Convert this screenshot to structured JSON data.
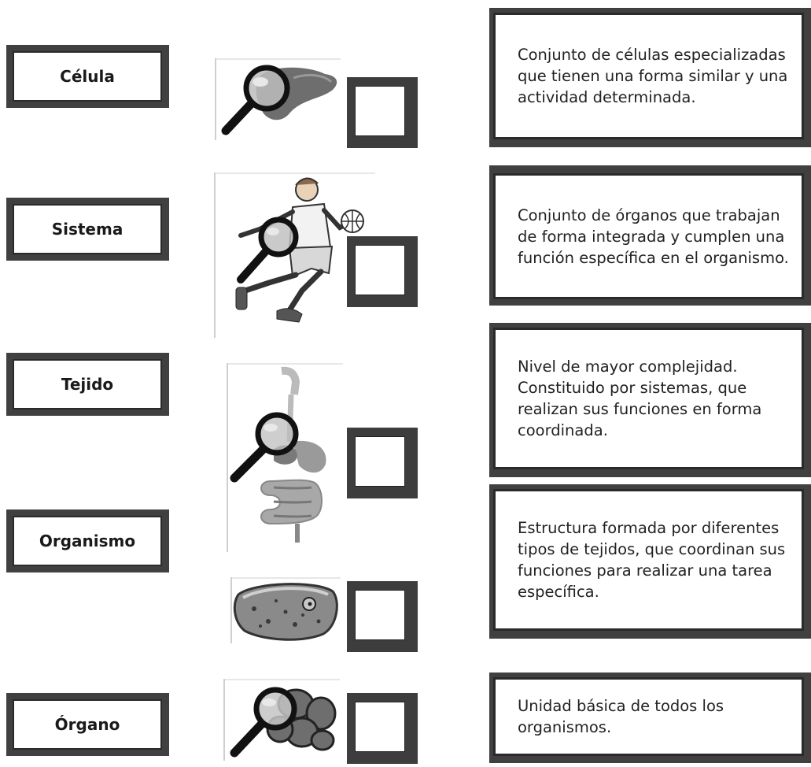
{
  "terms": [
    {
      "label": "Célula"
    },
    {
      "label": "Sistema"
    },
    {
      "label": "Tejido"
    },
    {
      "label": "Organismo"
    },
    {
      "label": "Órgano"
    }
  ],
  "images": [
    {
      "icon": "magnifier-liver-icon"
    },
    {
      "icon": "basketball-player-icon"
    },
    {
      "icon": "digestive-system-icon"
    },
    {
      "icon": "cell-icon"
    },
    {
      "icon": "magnifier-cells-icon"
    }
  ],
  "definitions": [
    {
      "text": "Conjunto de células especializadas que tienen una forma similar y una actividad determinada."
    },
    {
      "text": "Conjunto de órganos que trabajan de forma integrada y cumplen una función específica en el organismo."
    },
    {
      "text": "Nivel de mayor complejidad. Constituido por sistemas, que realizan sus funciones en forma coordinada."
    },
    {
      "text": "Estructura formada por diferentes tipos de tejidos, que coordinan sus funciones para realizar una tarea específica."
    },
    {
      "text": "Unidad básica de todos los organismos."
    }
  ]
}
